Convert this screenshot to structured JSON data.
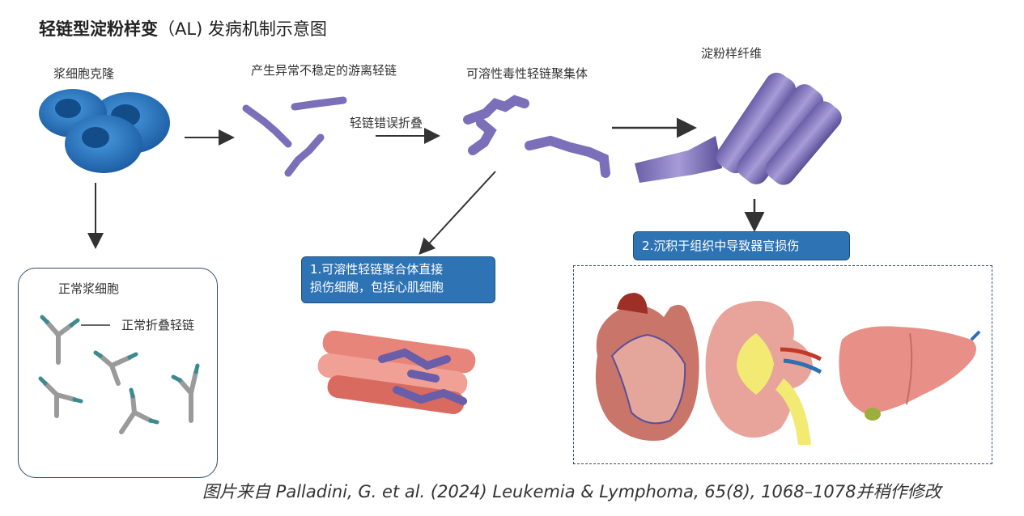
{
  "title": {
    "bold": "轻链型淀粉样变",
    "rest": "（AL) 发病机制示意图"
  },
  "stages": {
    "plasma_clone": "浆细胞克隆",
    "free_light_chains": "产生异常不稳定的游离轻链",
    "misfolding": "轻链错误折叠",
    "soluble_aggregates": "可溶性毒性轻链聚集体",
    "amyloid_fibrils": "淀粉样纤维"
  },
  "normal_box": {
    "title": "正常浆细胞",
    "light_chain_label": "正常折叠轻链"
  },
  "callouts": {
    "direct_damage": {
      "line1": "1.可溶性轻链聚合体直接",
      "line2": "损伤细胞，包括心肌细胞"
    },
    "deposition": "2.沉积于组织中导致器官损伤"
  },
  "citation": "图片来自 Palladini,  G. et al. (2024) Leukemia & Lymphoma, 65(8), 1068–1078并稍作修改",
  "colors": {
    "cell_blue": "#2878c0",
    "callout_blue": "#2e74b5",
    "protein_purple": "#7a6fb8",
    "frame": "#2f4d6f"
  }
}
